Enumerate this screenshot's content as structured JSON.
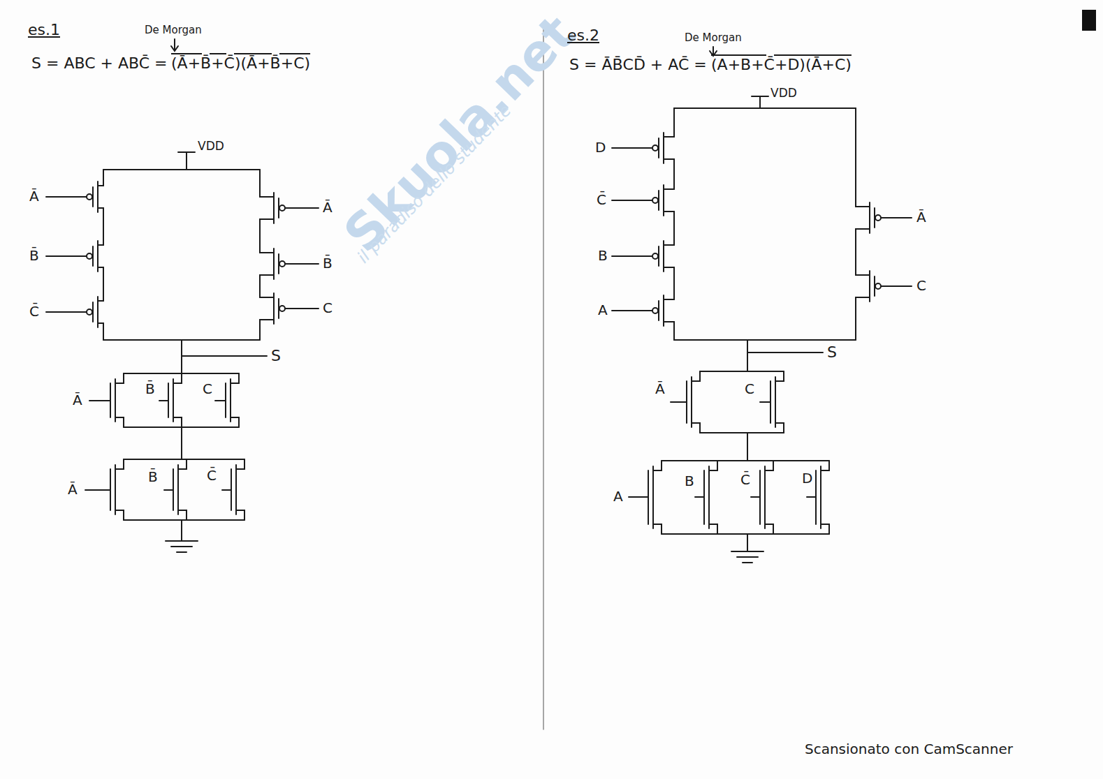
{
  "diagram": {
    "labels": [
      "es.1",
      "De Morgan",
      "S = ABC + ABC̄ =",
      "(Ā+B̄+C̄)(Ā+B̄+C)",
      "VDD",
      "Ā",
      "B̄",
      "C̄",
      "Ā",
      "B̄",
      "C",
      "S",
      "Ā",
      "B̄",
      "C",
      "Ā",
      "B̄",
      "C̄",
      "es.2",
      "De Morgan",
      "S = ĀB̄CD̄ + AC̄ =",
      "(A+B+C̄+D)(Ā+C)",
      "VDD",
      "D",
      "C̄",
      "B",
      "A",
      "Ā",
      "C",
      "S",
      "Ā",
      "C",
      "A",
      "B",
      "C̄",
      "D",
      "Scansionato con CamScanner",
      "Skuola.net",
      "il paradiso dello studente"
    ]
  }
}
